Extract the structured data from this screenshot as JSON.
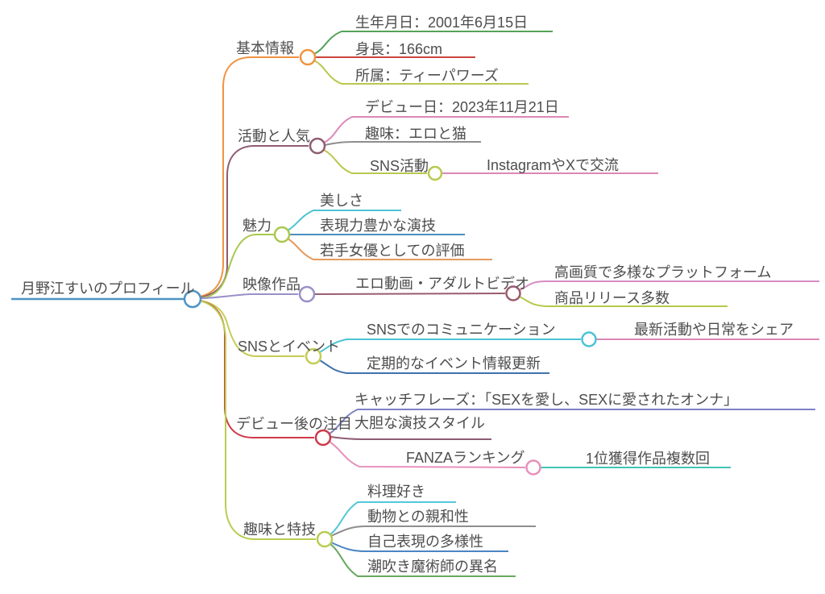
{
  "root": {
    "label": "月野江すいのプロフィール"
  },
  "branches": [
    {
      "label": "基本情報",
      "children": [
        {
          "label": "生年月日：2001年6月15日"
        },
        {
          "label": "身長：166cm"
        },
        {
          "label": "所属：ティーパワーズ"
        }
      ]
    },
    {
      "label": "活動と人気",
      "children": [
        {
          "label": "デビュー日：2023年11月21日"
        },
        {
          "label": "趣味：エロと猫"
        },
        {
          "label": "SNS活動",
          "children": [
            {
              "label": "InstagramやXで交流"
            }
          ]
        }
      ]
    },
    {
      "label": "魅力",
      "children": [
        {
          "label": "美しさ"
        },
        {
          "label": "表現力豊かな演技"
        },
        {
          "label": "若手女優としての評価"
        }
      ]
    },
    {
      "label": "映像作品",
      "children": [
        {
          "label": "エロ動画・アダルトビデオ",
          "children": [
            {
              "label": "高画質で多様なプラットフォーム"
            },
            {
              "label": "商品リリース多数"
            }
          ]
        }
      ]
    },
    {
      "label": "SNSとイベント",
      "children": [
        {
          "label": "SNSでのコミュニケーション",
          "children": [
            {
              "label": "最新活動や日常をシェア"
            }
          ]
        },
        {
          "label": "定期的なイベント情報更新"
        }
      ]
    },
    {
      "label": "デビュー後の注目",
      "children": [
        {
          "label": "キャッチフレーズ：「SEXを愛し、SEXに愛されたオンナ」"
        },
        {
          "label": "大胆な演技スタイル"
        },
        {
          "label": "FANZAランキング",
          "children": [
            {
              "label": "1位獲得作品複数回"
            }
          ]
        }
      ]
    },
    {
      "label": "趣味と特技",
      "children": [
        {
          "label": "料理好き"
        },
        {
          "label": "動物との親和性"
        },
        {
          "label": "自己表現の多様性"
        },
        {
          "label": "潮吹き魔術師の異名"
        }
      ]
    }
  ],
  "palette": {
    "root_blue": "#4e94c3",
    "orange": "#f09440",
    "green": "#55a25a",
    "red": "#c9463d",
    "yellow_green": "#bac84e",
    "mauve": "#8e5c74",
    "pink": "#dd87b5",
    "gray": "#8e8e8e",
    "light_purple": "#998fc9",
    "maroon": "#985d6e",
    "orchid": "#d78cc4",
    "cyan": "#4cc3d4",
    "sky_blue": "#4a8fc0",
    "dark_blue": "#4071ad",
    "branch_red": "#cd3a49",
    "violet": "#7d81c8",
    "teal": "#41c4b5",
    "mid_green": "#67a95e",
    "text": "#4d4d4d"
  }
}
